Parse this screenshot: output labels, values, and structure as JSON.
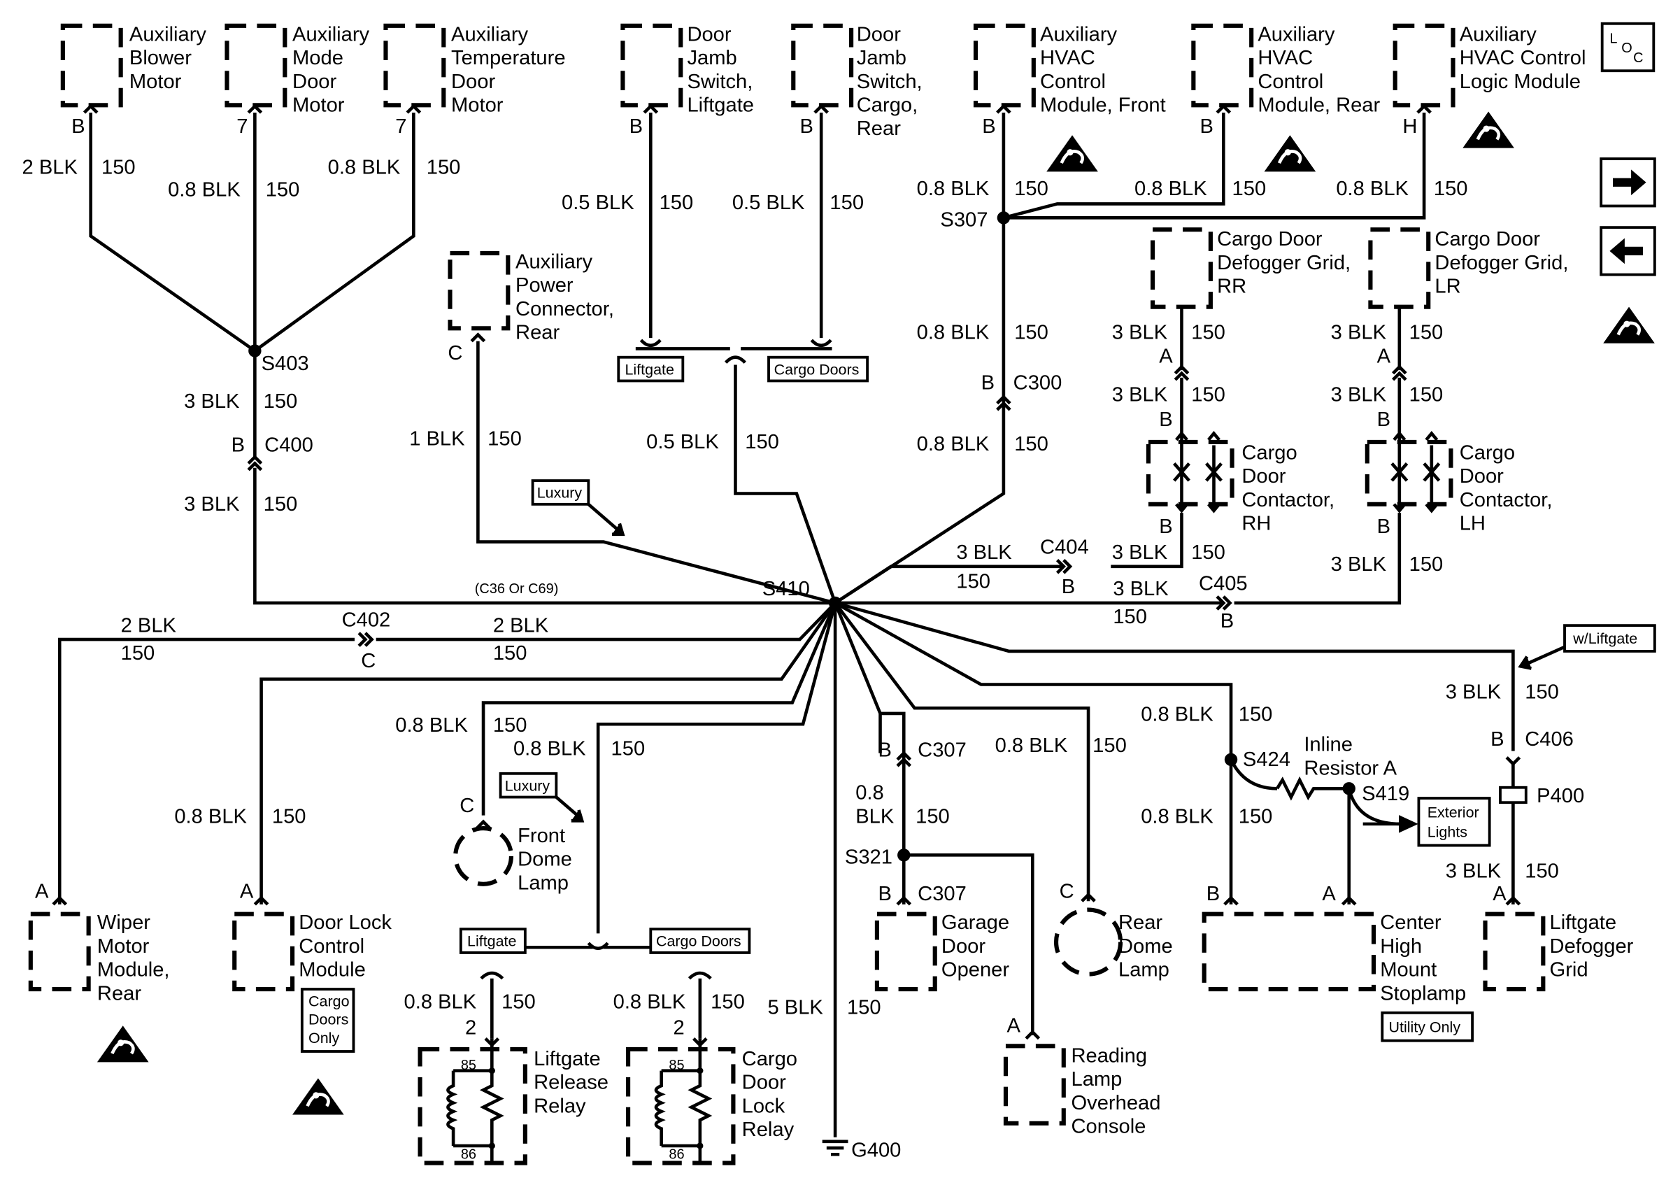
{
  "components": {
    "aux_blower_motor": [
      "Auxiliary",
      "Blower",
      "Motor"
    ],
    "aux_mode_door_motor": [
      "Auxiliary",
      "Mode",
      "Door",
      "Motor"
    ],
    "aux_temp_door_motor": [
      "Auxiliary",
      "Temperature",
      "Door",
      "Motor"
    ],
    "door_jamb_liftgate": [
      "Door",
      "Jamb",
      "Switch,",
      "Liftgate"
    ],
    "door_jamb_cargo": [
      "Door",
      "Jamb",
      "Switch,",
      "Cargo,",
      "Rear"
    ],
    "aux_hvac_front": [
      "Auxiliary",
      "HVAC",
      "Control",
      "Module, Front"
    ],
    "aux_hvac_rear": [
      "Auxiliary",
      "HVAC",
      "Control",
      "Module, Rear"
    ],
    "aux_hvac_logic": [
      "Auxiliary",
      "HVAC Control",
      "Logic Module"
    ],
    "aux_power_connector": [
      "Auxiliary",
      "Power",
      "Connector,",
      "Rear"
    ],
    "defogger_rr": [
      "Cargo Door",
      "Defogger Grid,",
      "RR"
    ],
    "defogger_lr": [
      "Cargo Door",
      "Defogger Grid,",
      "LR"
    ],
    "contactor_rh": [
      "Cargo",
      "Door",
      "Contactor,",
      "RH"
    ],
    "contactor_lh": [
      "Cargo",
      "Door",
      "Contactor,",
      "LH"
    ],
    "wiper_motor": [
      "Wiper",
      "Motor",
      "Module,",
      "Rear"
    ],
    "door_lock_module": [
      "Door Lock",
      "Control",
      "Module"
    ],
    "front_dome_lamp": [
      "Front",
      "Dome",
      "Lamp"
    ],
    "garage_door_opener": [
      "Garage",
      "Door",
      "Opener"
    ],
    "rear_dome_lamp": [
      "Rear",
      "Dome",
      "Lamp"
    ],
    "reading_lamp": [
      "Reading",
      "Lamp",
      "Overhead",
      "Console"
    ],
    "chmsl": [
      "Center",
      "High",
      "Mount",
      "Stoplamp"
    ],
    "liftgate_defogger": [
      "Liftgate",
      "Defogger",
      "Grid"
    ],
    "liftgate_relay": [
      "Liftgate",
      "Release",
      "Relay"
    ],
    "cargo_lock_relay": [
      "Cargo",
      "Door",
      "Lock",
      "Relay"
    ]
  },
  "tags": {
    "liftgate": "Liftgate",
    "cargo_doors": "Cargo Doors",
    "luxury": "Luxury",
    "w_liftgate": "w/Liftgate",
    "exterior_lights": [
      "Exterior",
      "Lights"
    ],
    "utility_only": "Utility Only",
    "cargo_doors_only": [
      "Cargo",
      "Doors",
      "Only"
    ]
  },
  "splices": {
    "s403": "S403",
    "s307": "S307",
    "s410": "S410",
    "s424": "S424",
    "s419": "S419",
    "s321": "S321",
    "inline_resistor": [
      "Inline",
      "Resistor A"
    ]
  },
  "connectors": {
    "c400": "C400",
    "c300": "C300",
    "c404": "C404",
    "c405": "C405",
    "c402": "C402",
    "c307": "C307",
    "c406": "C406",
    "p400": "P400",
    "g400": "G400",
    "c36_c69": "(C36 Or C69)"
  },
  "pins": {
    "a": "A",
    "b": "B",
    "c": "C",
    "h": "H",
    "seven": "7",
    "two": "2",
    "p85": "85",
    "p86": "86"
  },
  "wires": {
    "blk_2": "2 BLK",
    "blk_08": "0.8 BLK",
    "blk_05": "0.5 BLK",
    "blk_3": "3 BLK",
    "blk_1": "1 BLK",
    "blk_5": "5 BLK",
    "blk_08a": "0.8",
    "blk_08b": "BLK",
    "circuit": "150"
  },
  "loc": {
    "l": "L",
    "o": "O",
    "c": "C"
  },
  "icons": [
    "esd-warning-icon",
    "arrow-right-icon",
    "arrow-left-icon",
    "ground-icon"
  ]
}
